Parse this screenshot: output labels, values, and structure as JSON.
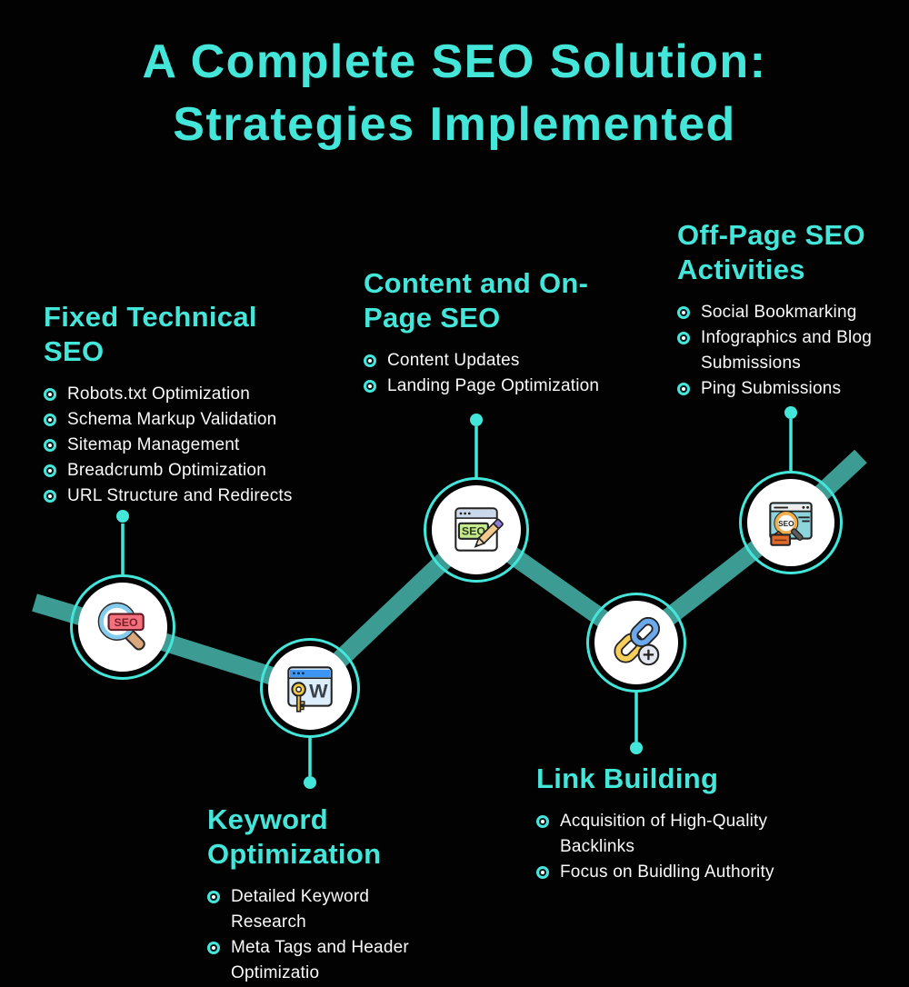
{
  "page": {
    "title_line1": "A Complete SEO Solution:",
    "title_line2": "Strategies Implemented"
  },
  "colors": {
    "background": "#020202",
    "accent_teal": "#45E6DA",
    "band_teal": "#3C9C94",
    "body_text": "#FAFAFA"
  },
  "sections": [
    {
      "id": "fixed-technical-seo",
      "title": "Fixed Technical SEO",
      "icon": "seo-search-icon",
      "items": [
        "Robots.txt Optimization",
        "Schema Markup Validation",
        "Sitemap Management",
        "Breadcrumb Optimization",
        "URL Structure and Redirects"
      ]
    },
    {
      "id": "keyword-optimization",
      "title": "Keyword Optimization",
      "icon": "keyword-browser-icon",
      "items": [
        "Detailed Keyword Research",
        "Meta Tags and Header Optimizatio"
      ]
    },
    {
      "id": "content-on-page-seo",
      "title": "Content and On-Page SEO",
      "icon": "content-edit-icon",
      "items": [
        "Content Updates",
        "Landing Page Optimization"
      ]
    },
    {
      "id": "link-building",
      "title": "Link Building",
      "icon": "link-building-icon",
      "items": [
        "Acquisition of High-Quality Backlinks",
        "Focus on Buidling Authority"
      ]
    },
    {
      "id": "off-page-seo-activities",
      "title": "Off-Page SEO Activities",
      "icon": "offpage-analysis-icon",
      "items": [
        "Social Bookmarking",
        "Infographics and Blog Submissions",
        "Ping Submissions"
      ]
    }
  ]
}
